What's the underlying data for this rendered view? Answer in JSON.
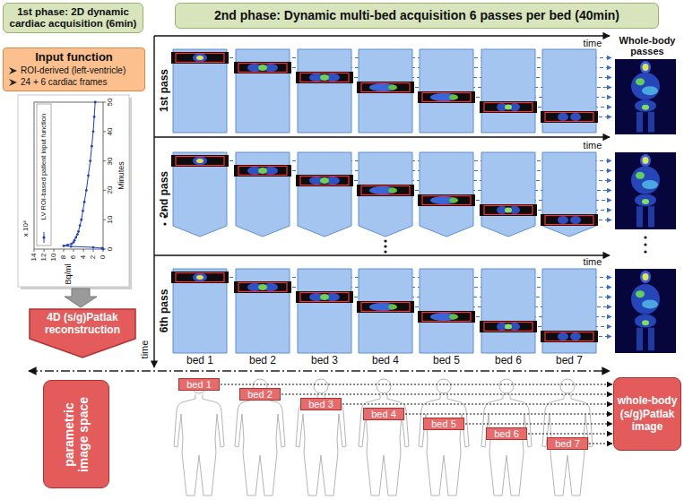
{
  "diagram": {
    "nodes": [
      {
        "text": [
          "1st phase: 2D dynamic cardiac acquisition (6min)"
        ]
      },
      {
        "text": [
          "2nd phase: Dynamic multi-bed acquisition 6 passes per bed (40min)"
        ]
      },
      {
        "text": [
          "Input function",
          "ROI-derived (left-ventricle)",
          "24 + 6 cardiac frames"
        ]
      },
      {
        "text": [
          "4D (s/g)Patlak reconstruction"
        ]
      },
      {
        "text": [
          "parametric image space"
        ]
      },
      {
        "text": [
          "bed 1"
        ]
      },
      {
        "text": [
          "bed 2"
        ]
      },
      {
        "text": [
          "bed 3"
        ]
      },
      {
        "text": [
          "bed 4"
        ]
      },
      {
        "text": [
          "bed 5"
        ]
      },
      {
        "text": [
          "bed 6"
        ]
      },
      {
        "text": [
          "bed 7"
        ]
      },
      {
        "text": [
          "whole-body (s/g)Patlak image"
        ]
      }
    ],
    "edges": [
      {
        "from": 5,
        "to": 12,
        "arrow": "to"
      },
      {
        "from": 6,
        "to": 12,
        "arrow": "to"
      },
      {
        "from": 7,
        "to": 12,
        "arrow": "to"
      },
      {
        "from": 8,
        "to": 12,
        "arrow": "to"
      },
      {
        "from": 9,
        "to": 12,
        "arrow": "to"
      },
      {
        "from": 10,
        "to": 12,
        "arrow": "to"
      },
      {
        "from": 11,
        "to": 12,
        "arrow": "to"
      }
    ],
    "labels": [
      "Whole-body passes",
      "time",
      "1st pass",
      "time",
      "2nd pass",
      "time",
      "6th pass",
      "time",
      "bed 1",
      "bed 2",
      "bed 3",
      "bed 4",
      "bed 5",
      "bed 6",
      "bed 7",
      "Minutes",
      "0",
      "10",
      "20",
      "30",
      "40",
      "50",
      "Bq/ml",
      "x 10⁴",
      "14",
      "12",
      "10",
      "8",
      "6",
      "4",
      "2",
      "0"
    ],
    "legend": [
      {
        "text": "LV ROI-based patient input function"
      }
    ]
  }
}
